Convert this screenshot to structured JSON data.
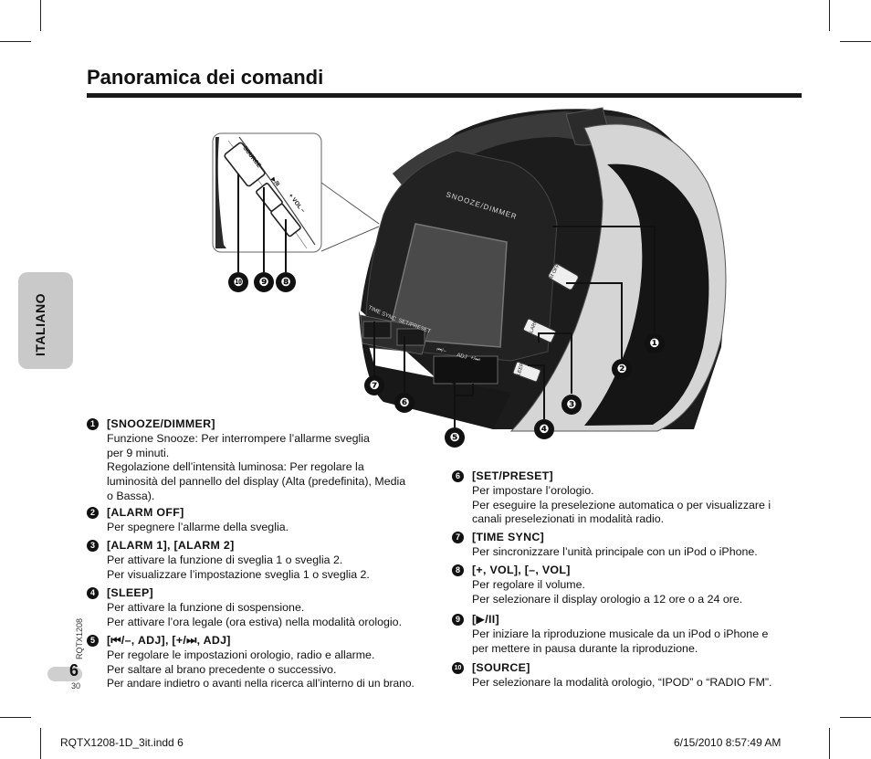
{
  "page": {
    "title": "Panoramica dei comandi",
    "side_tab": "ITALIANO",
    "page_number": "6",
    "page_sub": "30",
    "doc_code": "RQTX1208"
  },
  "device": {
    "snooze_label": "SNOOZE/DIMMER",
    "alarm_off_label": "ALARM OFF",
    "alarm_label": "2  ALARM  1",
    "sleep_label": "SLEEP",
    "time_sync_label": "TIME SYNC",
    "set_preset_label": "SET/PRESET",
    "prev_label": "⏮/−",
    "adj_label": "ADJ",
    "next_label": "+/⏭",
    "inset_source": "SOURCE",
    "inset_play": "▶/II",
    "inset_vol": "+  VOL  −"
  },
  "callouts": [
    "❶",
    "❷",
    "❸",
    "❹",
    "❺",
    "❻",
    "❼",
    "❽",
    "❾",
    "❿"
  ],
  "items_left": [
    {
      "num": "1",
      "head": "[SNOOZE/DIMMER]",
      "lines": [
        "Funzione Snooze: Per interrompere l’allarme sveglia",
        "per 9 minuti.",
        "Regolazione dell’intensità luminosa: Per regolare la",
        "luminosità del pannello del display (Alta (predefinita), Media",
        "o Bassa)."
      ]
    },
    {
      "num": "2",
      "head": "[ALARM OFF]",
      "lines": [
        "Per spegnere l’allarme della sveglia."
      ]
    },
    {
      "num": "3",
      "head": "[ALARM 1], [ALARM 2]",
      "lines": [
        "Per attivare la funzione di sveglia 1 o sveglia 2.",
        "Per visualizzare l’impostazione sveglia 1 o sveglia 2."
      ]
    },
    {
      "num": "4",
      "head": "[SLEEP]",
      "lines": [
        "Per attivare la funzione di sospensione.",
        "Per attivare l’ora legale (ora estiva) nella modalità orologio."
      ]
    },
    {
      "num": "5",
      "head": "[⏮/–, ADJ], [+/⏭, ADJ]",
      "lines": [
        "Per regolare le impostazioni orologio, radio e allarme.",
        "Per saltare al brano precedente o successivo.",
        "Per andare indietro o avanti nella ricerca all’interno di un brano."
      ]
    }
  ],
  "items_right": [
    {
      "num": "6",
      "head": "[SET/PRESET]",
      "lines": [
        "Per impostare l’orologio.",
        "Per eseguire la preselezione automatica o per visualizzare i",
        "canali preselezionati in modalità radio."
      ]
    },
    {
      "num": "7",
      "head": "[TIME SYNC]",
      "lines": [
        "Per sincronizzare l’unità principale con un iPod o iPhone."
      ]
    },
    {
      "num": "8",
      "head": "[+, VOL], [–, VOL]",
      "lines": [
        "Per regolare il volume.",
        "Per selezionare il display orologio a 12 ore o a 24 ore."
      ]
    },
    {
      "num": "9",
      "head": "[▶/II]",
      "lines": [
        "Per iniziare la riproduzione musicale da un iPod o iPhone e",
        "per mettere in pausa durante la riproduzione."
      ]
    },
    {
      "num": "10",
      "head": "[SOURCE]",
      "lines": [
        "Per selezionare la modalità orologio, “IPOD” o “RADIO FM”."
      ]
    }
  ],
  "footer": {
    "left": "RQTX1208-1D_3it.indd   6",
    "right": "6/15/2010   8:57:49 AM"
  }
}
